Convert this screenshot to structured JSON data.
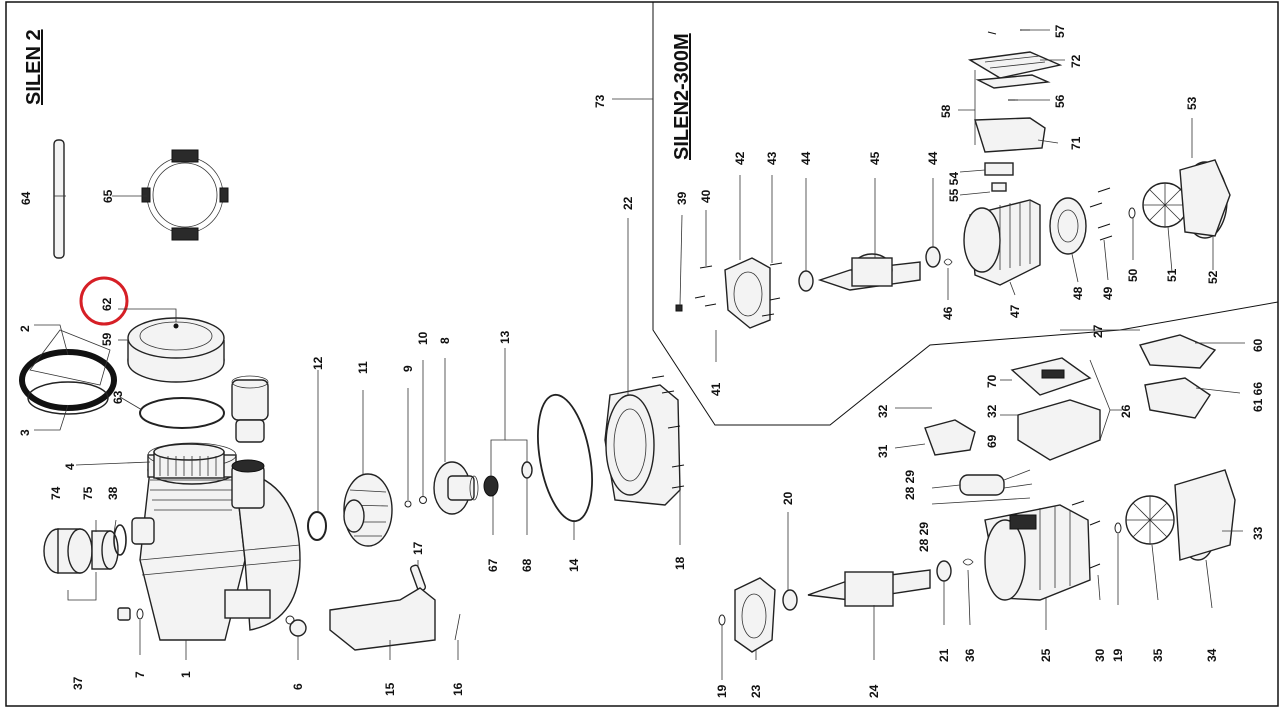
{
  "titles": {
    "main": "SILEN 2",
    "motor": "SILEN2-300M"
  },
  "highlight_color": "#d61f26",
  "labels": {
    "l1": "1",
    "l2": "2",
    "l3": "3",
    "l4": "4",
    "l6": "6",
    "l7": "7",
    "l8": "8",
    "l9": "9",
    "l10": "10",
    "l11": "11",
    "l12": "12",
    "l13": "13",
    "l14": "14",
    "l15": "15",
    "l16": "16",
    "l17": "17",
    "l18": "18",
    "l19a": "19",
    "l19b": "19",
    "l20": "20",
    "l21": "21",
    "l22": "22",
    "l23": "23",
    "l24": "24",
    "l25": "25",
    "l26": "26",
    "l27": "27",
    "l2829a": "28 29",
    "l2829b": "28 29",
    "l30": "30",
    "l31": "31",
    "l32a": "32",
    "l32b": "32",
    "l33": "33",
    "l34": "34",
    "l35": "35",
    "l36": "36",
    "l37": "37",
    "l38": "38",
    "l39": "39",
    "l40": "40",
    "l41": "41",
    "l42": "42",
    "l43": "43",
    "l44a": "44",
    "l44b": "44",
    "l45": "45",
    "l46": "46",
    "l47": "47",
    "l48": "48",
    "l49": "49",
    "l50": "50",
    "l51": "51",
    "l52": "52",
    "l53": "53",
    "l5554": "55 54",
    "l56": "56",
    "l57": "57",
    "l58": "58",
    "l59": "59",
    "l60": "60",
    "l6166": "61 66",
    "l62": "62",
    "l63": "63",
    "l64": "64",
    "l65": "65",
    "l67": "67",
    "l68": "68",
    "l69": "69",
    "l70": "70",
    "l71": "71",
    "l72": "72",
    "l73": "73",
    "l74": "74",
    "l75": "75"
  }
}
